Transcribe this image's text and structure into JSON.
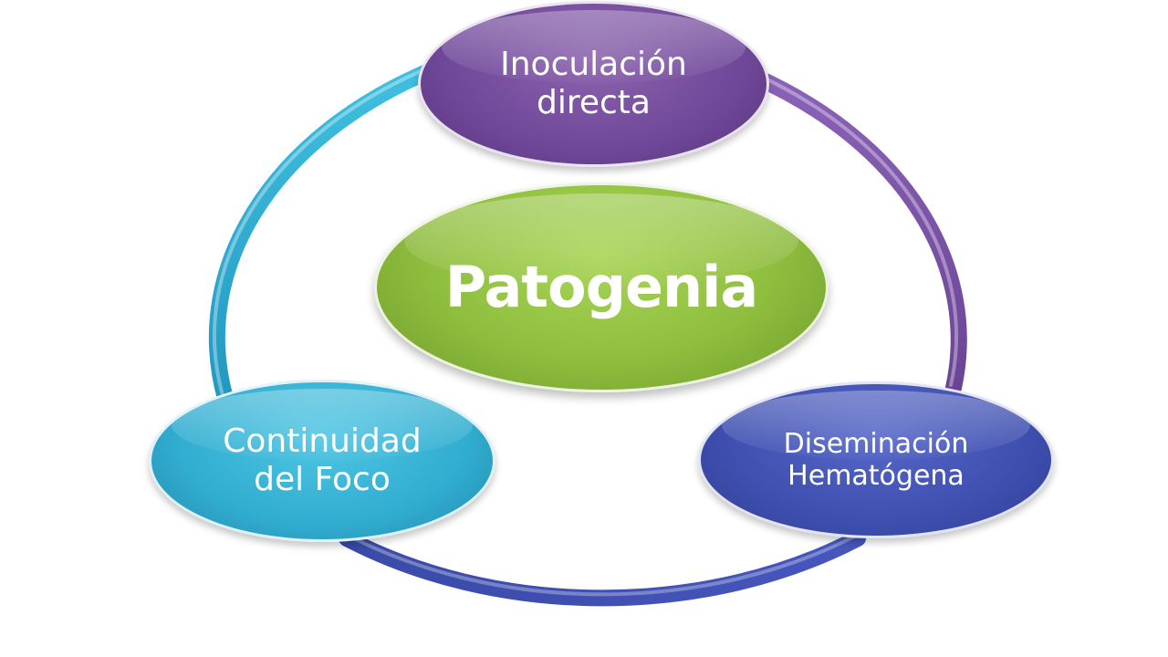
{
  "diagram": {
    "center": {
      "label": "Patogenia"
    },
    "nodes": [
      {
        "id": "top",
        "lines": [
          "Inoculación",
          "directa"
        ]
      },
      {
        "id": "right",
        "lines": [
          "Diseminación",
          "Hematógena"
        ]
      },
      {
        "id": "left",
        "lines": [
          "Continuidad",
          "del Foco"
        ]
      }
    ],
    "colors": {
      "center": "#8fbe3e",
      "top": "#70489a",
      "right": "#3f4fb0",
      "left": "#31add0",
      "ring_top_right": "#7a52a8",
      "ring_bottom": "#3e4fb2",
      "ring_left": "#2fb0d4"
    }
  }
}
